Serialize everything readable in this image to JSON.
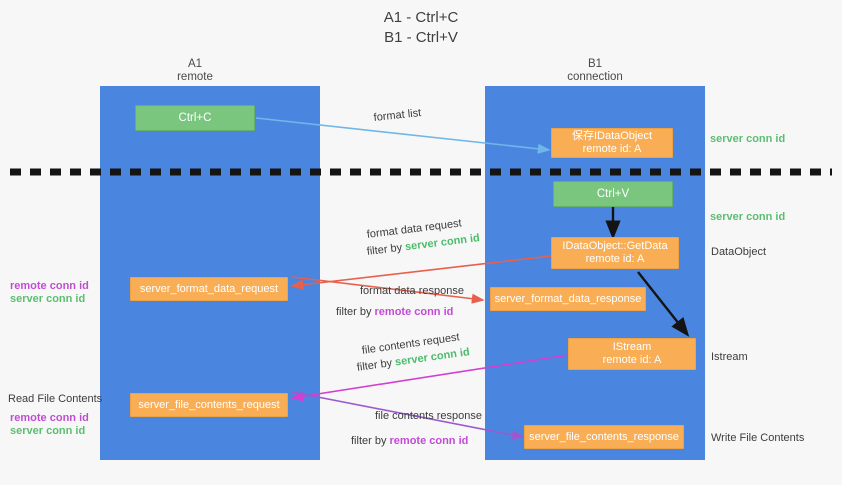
{
  "title": {
    "line1": "A1 - Ctrl+C",
    "line2": "B1 - Ctrl+V"
  },
  "colors": {
    "lane": "#4a86e0",
    "green_box": "#7ac67f",
    "orange_box": "#f9ae55",
    "server_conn_id": "#4bbd6b",
    "remote_conn_id": "#c24bd6",
    "arrow_blue": "#6fb7e8",
    "arrow_red": "#e8604c",
    "arrow_magenta": "#d43fd0",
    "arrow_purple": "#9b59d0",
    "arrow_black": "#1a1a1a",
    "divider": "#1a1a1a"
  },
  "lanes": [
    {
      "name": "A1",
      "sub": "remote"
    },
    {
      "name": "B1",
      "sub": "connection"
    }
  ],
  "boxes": {
    "ctrl_c": "Ctrl+C",
    "ctrl_v": "Ctrl+V",
    "save_idataobject": {
      "line1": "保存IDataObject",
      "line2": "remote id: A"
    },
    "getdata": {
      "line1": "IDataObject::GetData",
      "line2": "remote id: A"
    },
    "istream": {
      "line1": "IStream",
      "line2": "remote id: A"
    },
    "server_format_data_request": "server_format_data_request",
    "server_format_data_response": "server_format_data_response",
    "server_file_contents_request": "server_file_contents_request",
    "server_file_contents_response": "server_file_contents_response"
  },
  "arrow_labels": {
    "format_list": "format list",
    "format_data_request": "format data request",
    "format_data_request_filter_prefix": "filter by ",
    "format_data_request_filter_value": "server conn id",
    "format_data_response": "format data response",
    "format_data_response_filter_prefix": "filter by ",
    "format_data_response_filter_value": "remote conn id",
    "file_contents_request": "file contents request",
    "file_contents_request_filter_prefix": "filter by ",
    "file_contents_request_filter_value": "server conn id",
    "file_contents_response": "file contents response",
    "file_contents_response_filter_prefix": "filter by ",
    "file_contents_response_filter_value": "remote conn id"
  },
  "right_labels": {
    "server_conn_id_top": "server conn id",
    "server_conn_id_mid": "server conn id",
    "dataobject": "DataObject",
    "istream": "Istream",
    "write_file_contents": "Write File Contents"
  },
  "left_labels": {
    "remote_conn_id_1": "remote conn id",
    "server_conn_id_1": "server conn id",
    "read_file_contents": "Read File Contents",
    "remote_conn_id_2": "remote conn id",
    "server_conn_id_2": "server conn id"
  }
}
